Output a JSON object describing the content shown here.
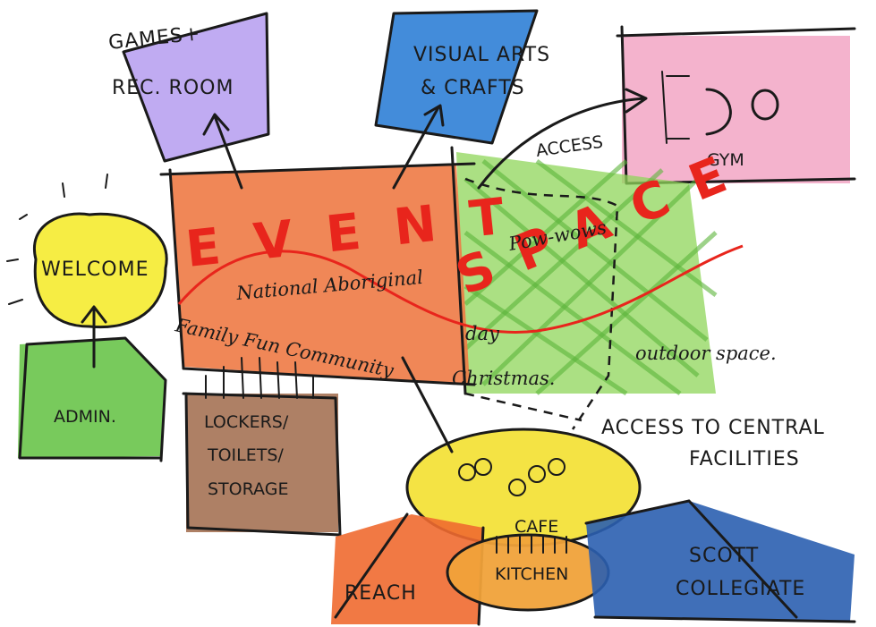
{
  "zones": {
    "games": {
      "line1": "GAMES+",
      "line2": "REC. ROOM",
      "color": "#b59cf0"
    },
    "visual_arts": {
      "line1": "VISUAL ARTS",
      "line2": "& CRAFTS",
      "color": "#2f7fd6"
    },
    "gym": {
      "label": "GYM",
      "color": "#f2a6c4"
    },
    "welcome": {
      "label": "WELCOME",
      "color": "#f6ec3a"
    },
    "admin": {
      "label": "ADMIN.",
      "color": "#69c44a"
    },
    "lockers": {
      "line1": "LOCKERS/",
      "line2": "TOILETS/",
      "line3": "STORAGE",
      "color": "#a06a4a"
    },
    "event_space": {
      "word1": "EVENT",
      "word2": "SPACE",
      "color": "#ee7a45",
      "accent": "#e8251c",
      "text1": "National Aboriginal",
      "text2": "day",
      "text3": "Family Fun Community",
      "text4": "Christmas."
    },
    "outdoor": {
      "powwows": "Pow-wows",
      "label": "outdoor space.",
      "color": "#8fd65a"
    },
    "cafe": {
      "label": "CAFE",
      "color": "#f3e23a"
    },
    "kitchen": {
      "label": "KITCHEN",
      "color": "#f0a23a"
    },
    "reach": {
      "label": "REACH",
      "color": "#f06a30"
    },
    "scott": {
      "line1": "SCOTT",
      "line2": "COLLEGIATE",
      "color": "#2b5fb0"
    }
  },
  "annotations": {
    "access": "ACCESS",
    "central_line1": "ACCESS TO CENTRAL",
    "central_line2": "FACILITIES"
  }
}
